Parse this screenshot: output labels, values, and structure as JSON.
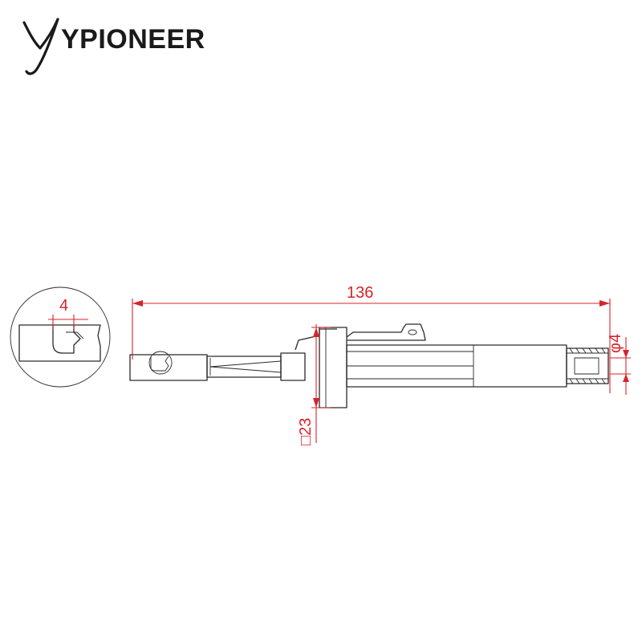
{
  "brand": {
    "logo_letter": "Y",
    "name_rest": "YPIONEER"
  },
  "dimensions": {
    "overall_length": "136",
    "jaw_opening": "4",
    "flange_width": "23",
    "flange_symbol": "□",
    "plug_diameter": "4",
    "diameter_symbol": "φ"
  },
  "colors": {
    "dimension": "#d8232a",
    "outline": "#2a2a2a",
    "background": "#ffffff"
  }
}
